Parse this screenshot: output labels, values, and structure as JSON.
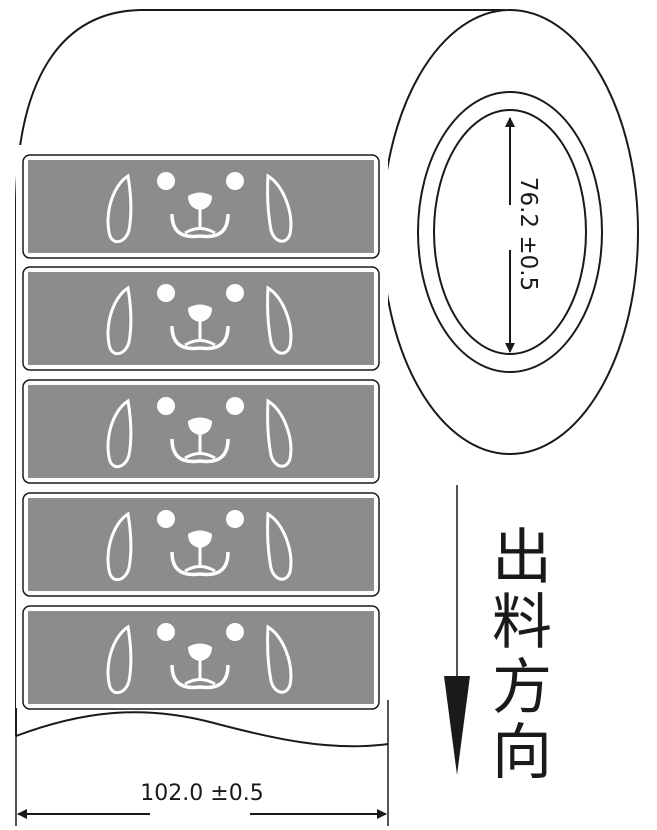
{
  "diagram": {
    "core_diameter_label": "76.2 ±0.5",
    "width_label": "102.0 ±0.5",
    "direction_label": [
      "出",
      "料",
      "方",
      "向"
    ],
    "label_count": 5,
    "label_artwork": "dog-face-icon"
  },
  "colors": {
    "stroke": "#1a1a1a",
    "label_fill": "#8c8c8c",
    "artwork": "#ffffff",
    "background": "#ffffff"
  }
}
